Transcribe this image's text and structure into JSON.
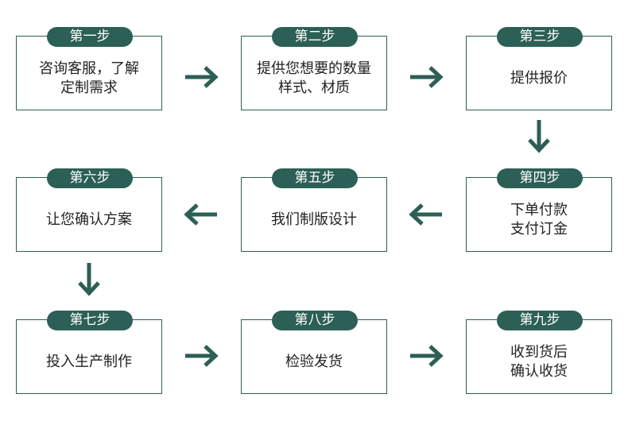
{
  "colors": {
    "accent": "#2c5f55",
    "text": "#222222",
    "background": "#ffffff"
  },
  "steps": [
    {
      "badge": "第一步",
      "lines": [
        "咨询客服，了解",
        "定制需求"
      ]
    },
    {
      "badge": "第二步",
      "lines": [
        "提供您想要的数量",
        "样式、材质"
      ]
    },
    {
      "badge": "第三步",
      "lines": [
        "提供报价"
      ]
    },
    {
      "badge": "第四步",
      "lines": [
        "下单付款",
        "支付订金"
      ]
    },
    {
      "badge": "第五步",
      "lines": [
        "我们制版设计"
      ]
    },
    {
      "badge": "第六步",
      "lines": [
        "让您确认方案"
      ]
    },
    {
      "badge": "第七步",
      "lines": [
        "投入生产制作"
      ]
    },
    {
      "badge": "第八步",
      "lines": [
        "检验发货"
      ]
    },
    {
      "badge": "第九步",
      "lines": [
        "收到货后",
        "确认收货"
      ]
    }
  ],
  "arrows": [
    "right",
    "right",
    "down",
    "left",
    "left",
    "down",
    "right",
    "right"
  ]
}
